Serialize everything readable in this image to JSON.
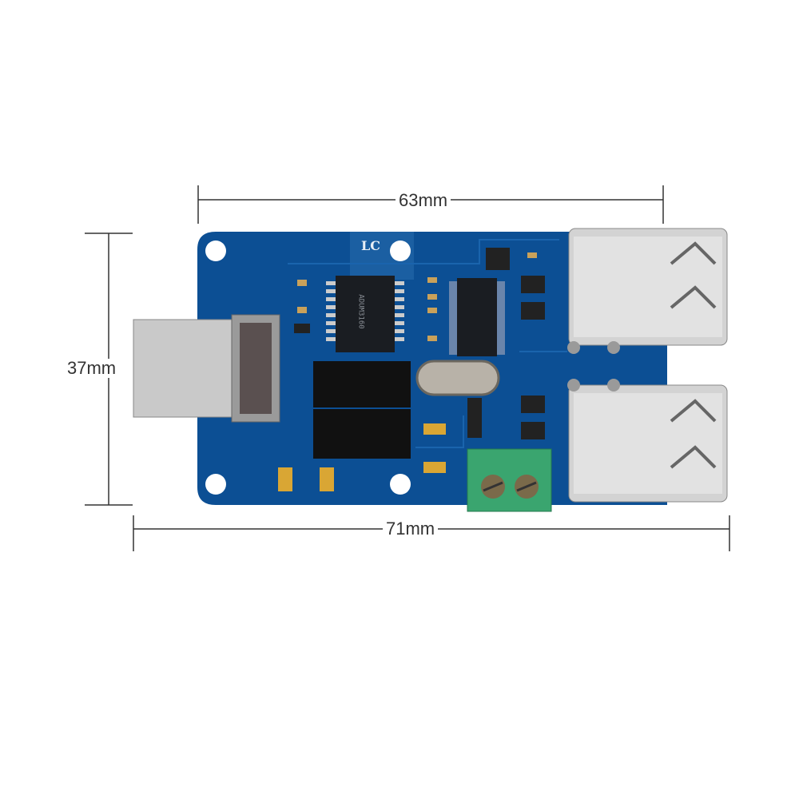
{
  "dimensions": {
    "width_top": "63mm",
    "height_left": "37mm",
    "width_bottom": "71mm"
  },
  "board": {
    "silkscreen_logo": "LC",
    "isolator_chip": "ADUM3160",
    "colors": {
      "pcb": "#0c4f94",
      "usb_metal": "#c9c9c9",
      "terminal": "#3aa56f"
    }
  }
}
